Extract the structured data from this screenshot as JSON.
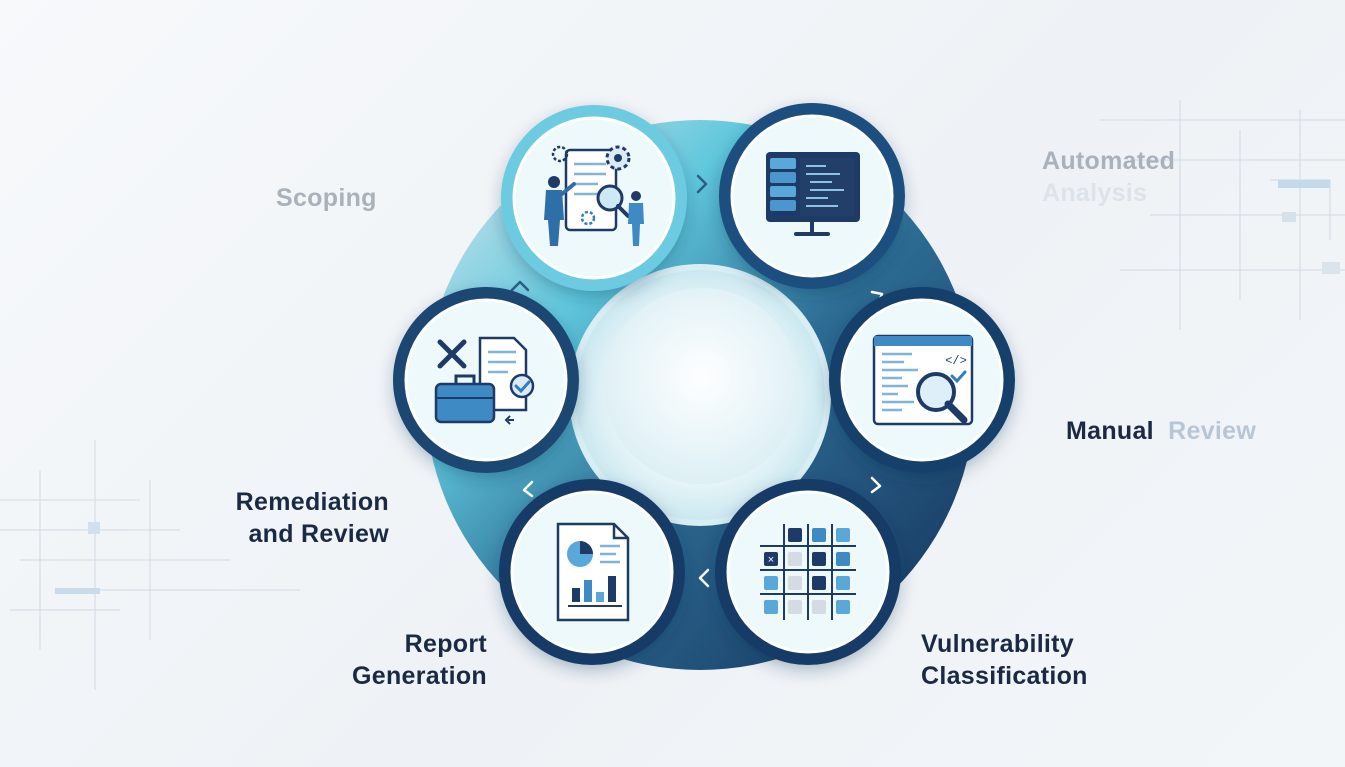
{
  "stages": [
    {
      "id": "scoping",
      "lines": [
        "Scoping"
      ],
      "icon": "scoping-icon"
    },
    {
      "id": "automated-analysis",
      "lines": [
        "Automated",
        "Analysis"
      ],
      "icon": "server-code-icon"
    },
    {
      "id": "manual-review",
      "lines": [
        "Manual",
        "Review"
      ],
      "icon": "code-magnifier-icon"
    },
    {
      "id": "vulnerability-classification",
      "lines": [
        "Vulnerability",
        "Classification"
      ],
      "icon": "classification-grid-icon"
    },
    {
      "id": "report-generation",
      "lines": [
        "Report",
        "Generation"
      ],
      "icon": "report-chart-icon"
    },
    {
      "id": "remediation-and-review",
      "lines": [
        "Remediation",
        "and Review"
      ],
      "icon": "toolbox-checklist-icon"
    }
  ],
  "colors": {
    "ring_light": "#5fc7dc",
    "ring_dark": "#173a68",
    "label_dark": "#1b2a44",
    "label_faded": "#a9b1bb",
    "icon_blue": "#2f7fc0",
    "icon_navy": "#1d3b66"
  }
}
